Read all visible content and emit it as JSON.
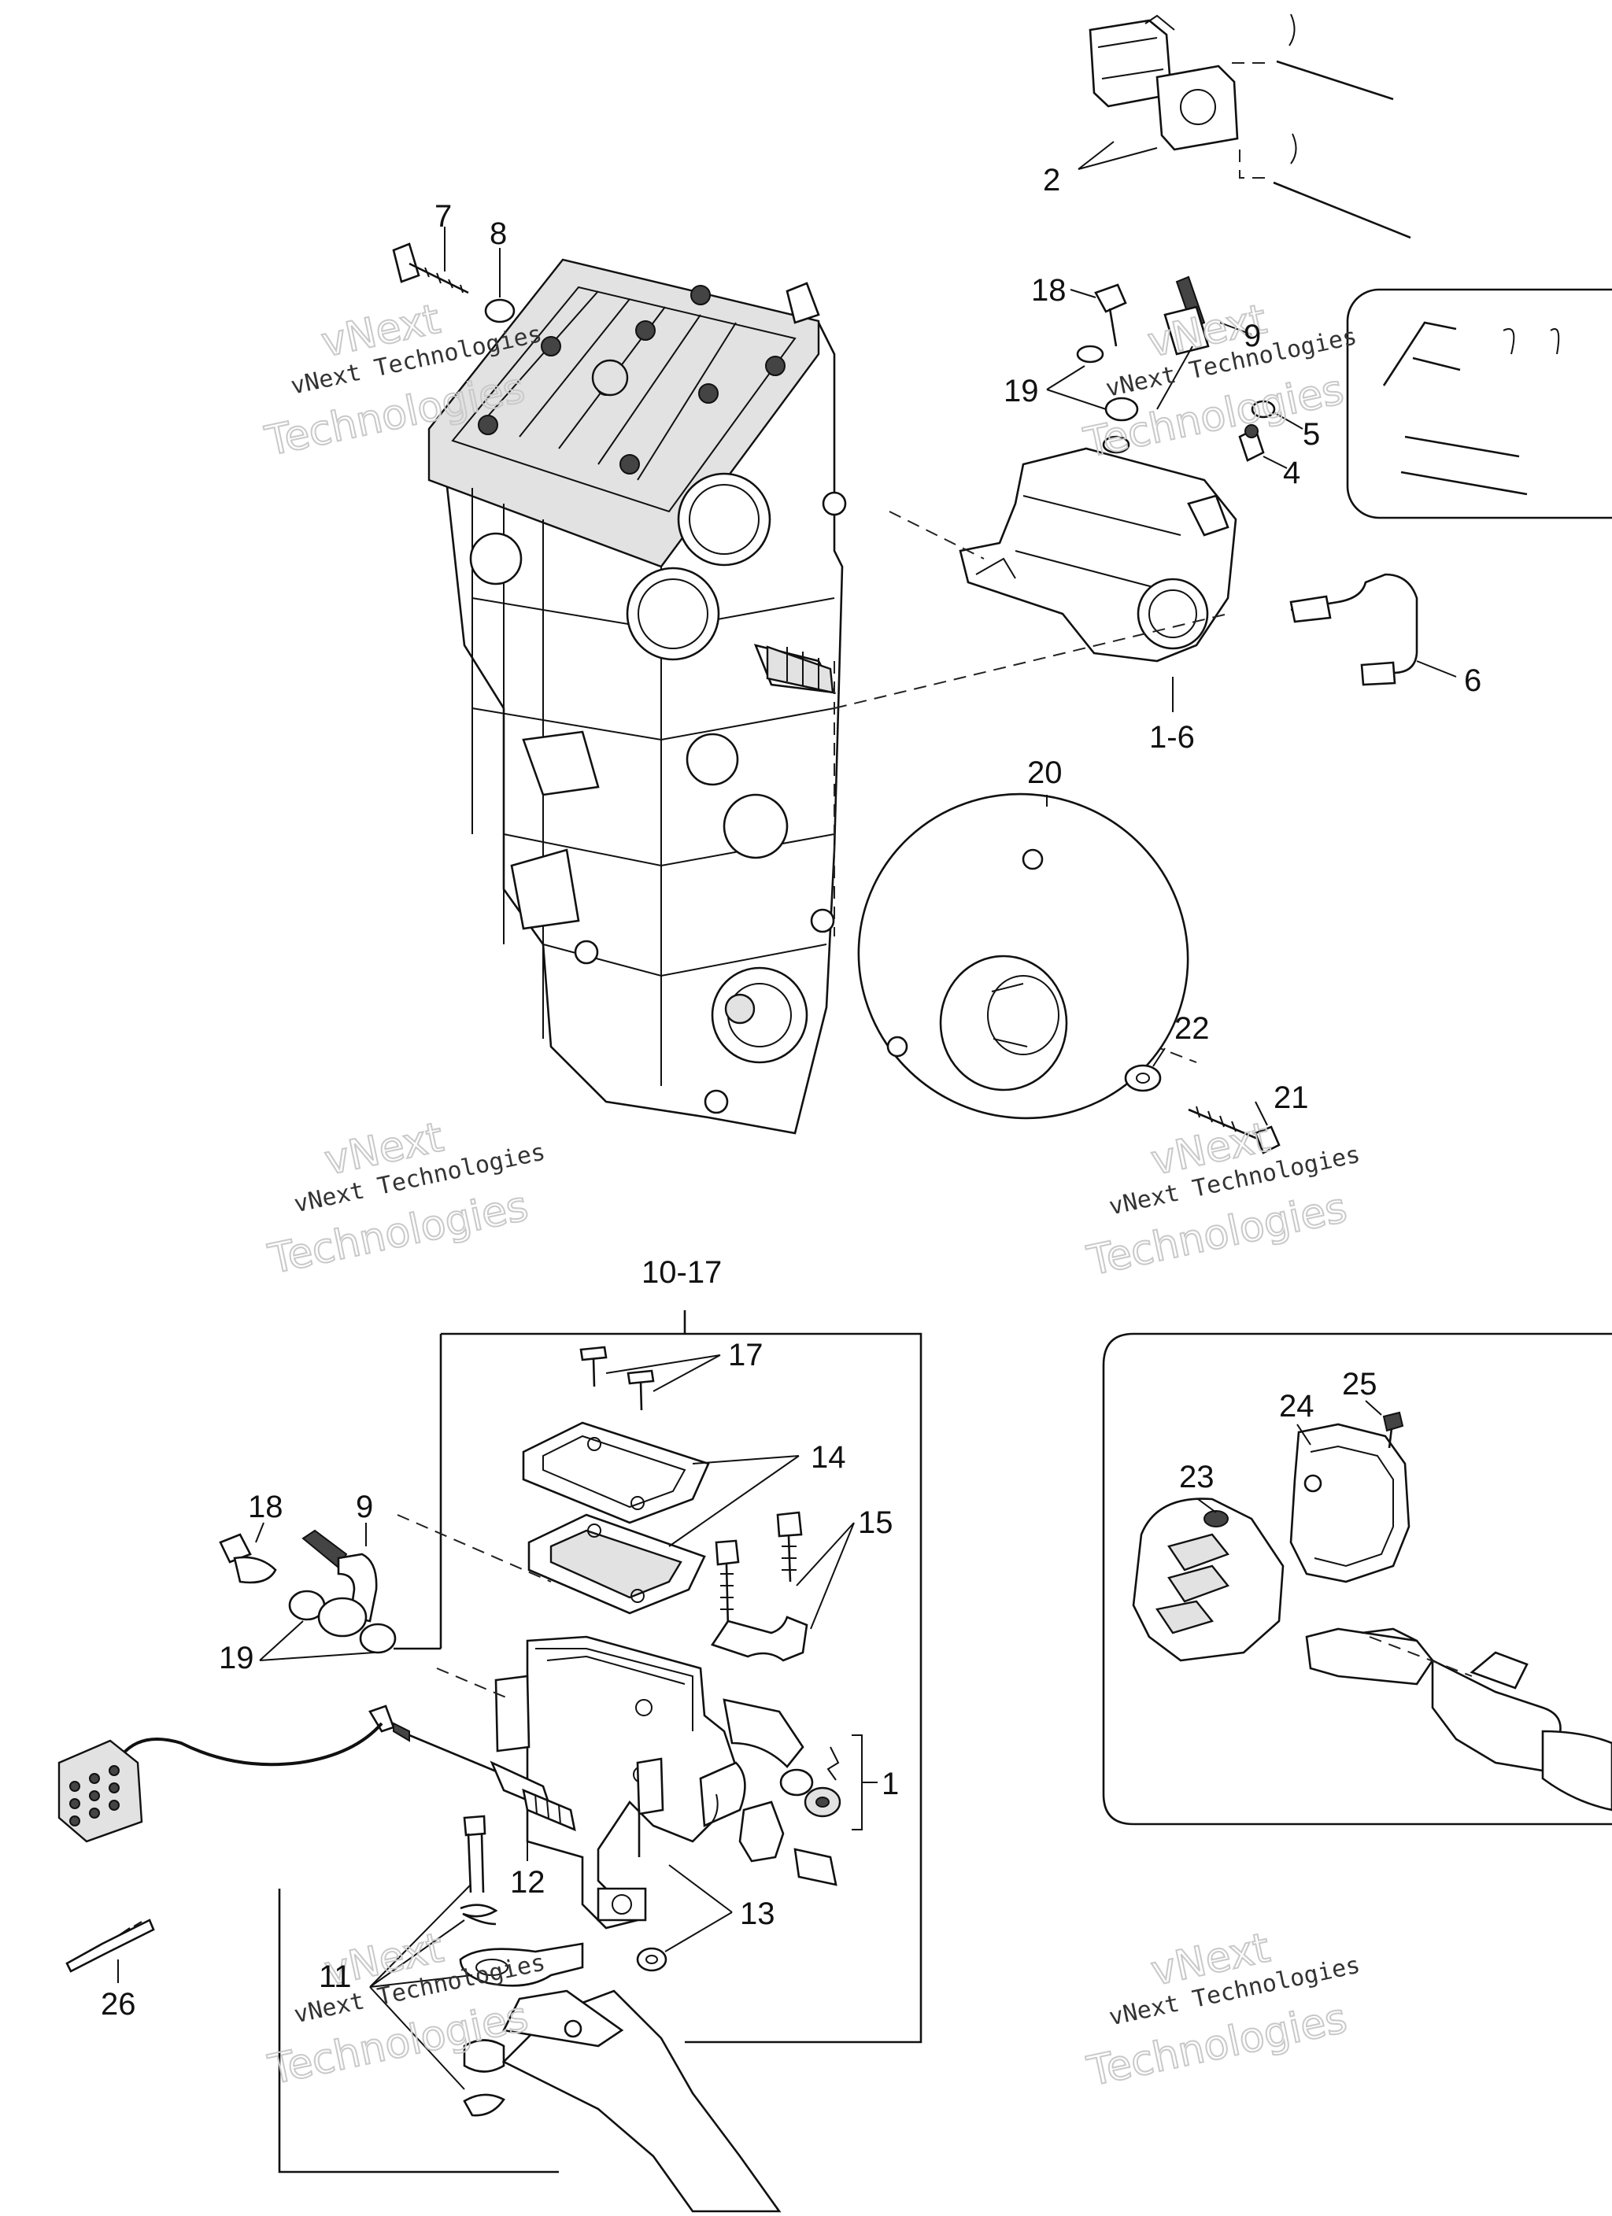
{
  "labels": {
    "l1": "1",
    "l1_6": "1-6",
    "l2": "2",
    "l4": "4",
    "l5": "5",
    "l6": "6",
    "l7": "7",
    "l8": "8",
    "l9a": "9",
    "l9b": "9",
    "l10_17": "10-17",
    "l11": "11",
    "l12": "12",
    "l13": "13",
    "l14": "14",
    "l15": "15",
    "l17": "17",
    "l18a": "18",
    "l18b": "18",
    "l19a": "19",
    "l19b": "19",
    "l20": "20",
    "l21": "21",
    "l22": "22",
    "l23": "23",
    "l24": "24",
    "l25": "25",
    "l26": "26"
  },
  "watermark": {
    "line1": "vNext",
    "line2": "vNext Technologies",
    "line3": "Technologies"
  }
}
